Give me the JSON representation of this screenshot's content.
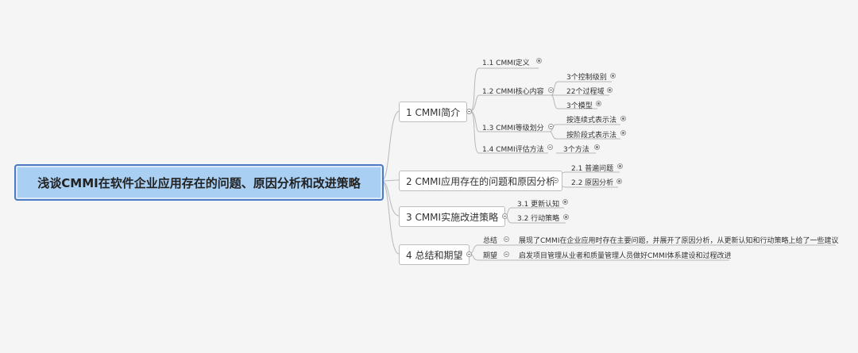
{
  "root": {
    "label": "浅谈CMMI在软件企业应用存在的问题、原因分析和改进策略"
  },
  "branches": [
    {
      "label": "1 CMMI简介",
      "children": [
        {
          "label": "1.1  CMMI定义",
          "children": []
        },
        {
          "label": "1.2  CMMI核心内容",
          "children": [
            "3个控制级别",
            "22个过程域",
            "3个模型"
          ]
        },
        {
          "label": "1.3  CMMI等级划分",
          "children": [
            "按连续式表示法",
            "按阶段式表示法"
          ]
        },
        {
          "label": "1.4 CMMI评估方法",
          "children": [
            "3个方法"
          ]
        }
      ]
    },
    {
      "label": "2 CMMI应用存在的问题和原因分析",
      "children": [
        {
          "label": "2.1 普遍问题",
          "children": []
        },
        {
          "label": "2.2 原因分析",
          "children": []
        }
      ]
    },
    {
      "label": "3 CMMI实施改进策略",
      "children": [
        {
          "label": "3.1 更新认知",
          "children": []
        },
        {
          "label": "3.2 行动策略",
          "children": []
        }
      ]
    },
    {
      "label": "4 总结和期望",
      "children": [
        {
          "label": "总结",
          "children": [
            "展现了CMMI在企业应用时存在主要问题，并展开了原因分析，从更新认知和行动策略上给了一些建议"
          ]
        },
        {
          "label": "期望",
          "children": [
            "启发项目管理从业者和质量管理人员做好CMMI体系建设和过程改进"
          ]
        }
      ]
    }
  ]
}
